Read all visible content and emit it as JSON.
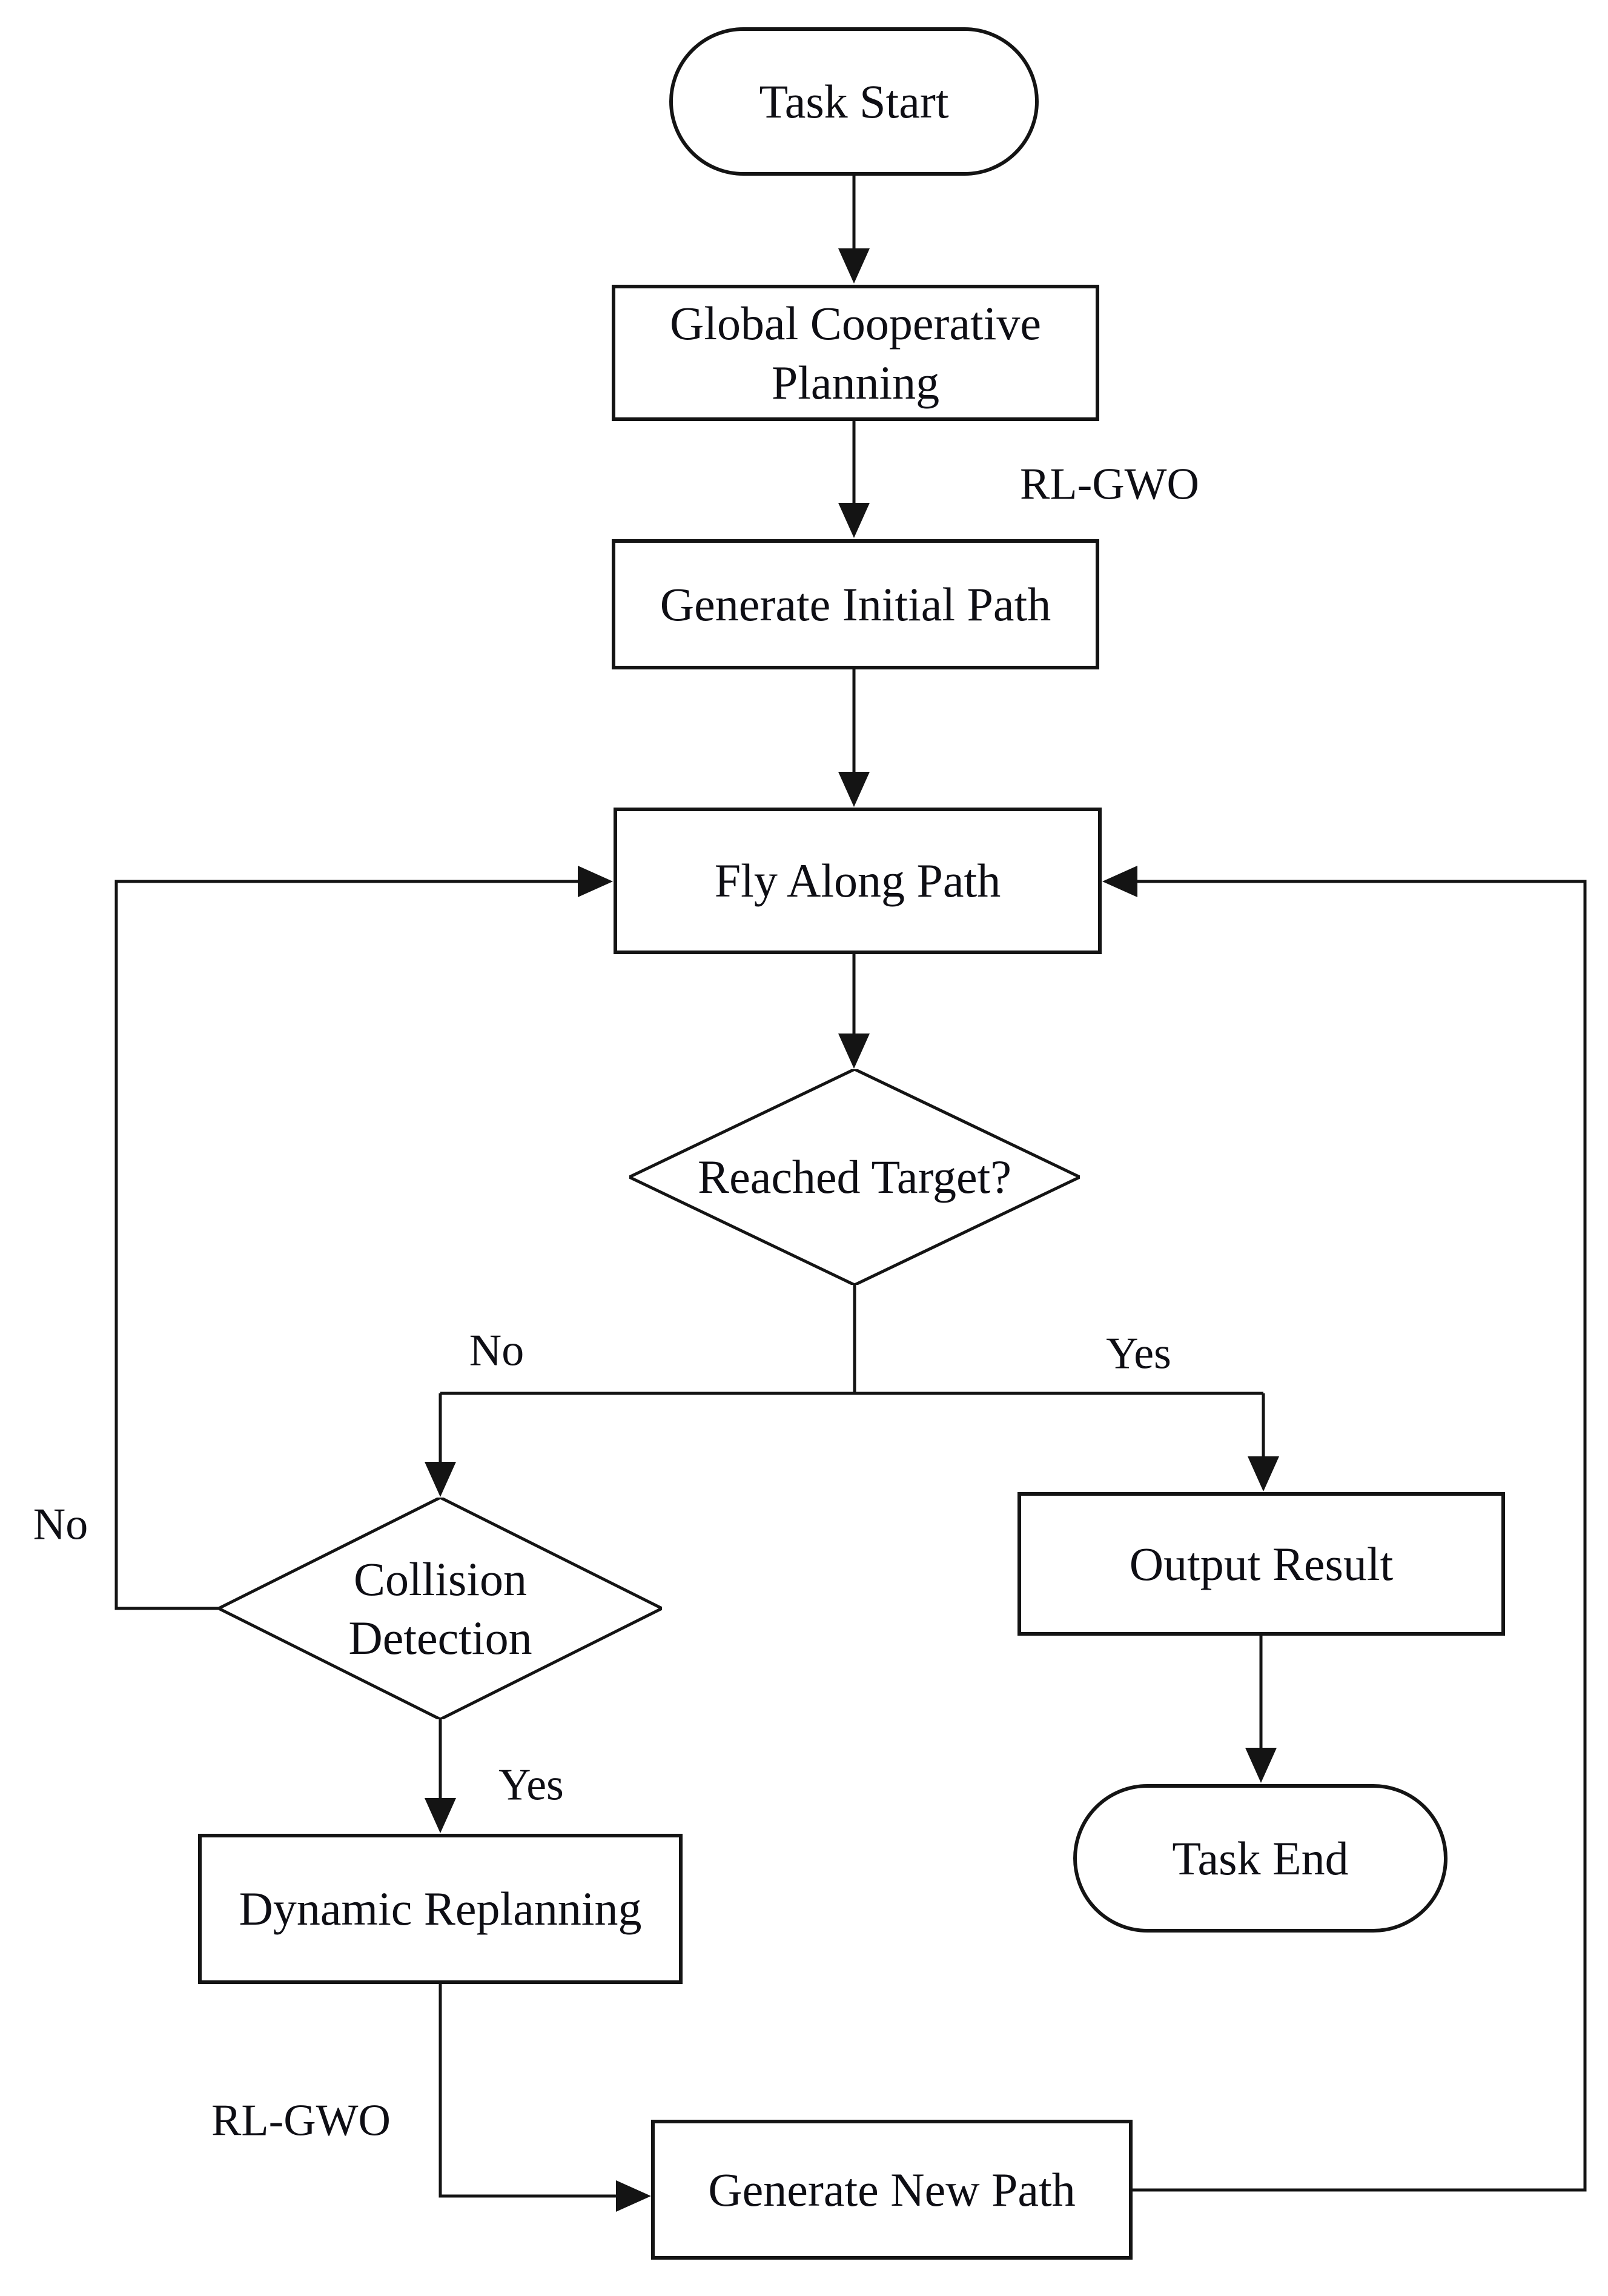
{
  "diagram": {
    "background_color": "#ffffff",
    "line_color": "#141414",
    "text_color": "#0e0e14"
  },
  "nodes": {
    "task_start": {
      "label": "Task Start",
      "shape": "terminator"
    },
    "global_planning": {
      "label": "Global Cooperative Planning",
      "shape": "process"
    },
    "generate_initial": {
      "label": "Generate Initial Path",
      "shape": "process"
    },
    "fly_along_path": {
      "label": "Fly Along Path",
      "shape": "process"
    },
    "reached_target": {
      "label": "Reached Target?",
      "shape": "decision"
    },
    "collision_detect": {
      "label": "Collision Detection",
      "shape": "decision"
    },
    "output_result": {
      "label": "Output Result",
      "shape": "process"
    },
    "task_end": {
      "label": "Task End",
      "shape": "terminator"
    },
    "dynamic_replan": {
      "label": "Dynamic Replanning",
      "shape": "process"
    },
    "generate_new": {
      "label": "Generate New Path",
      "shape": "process"
    }
  },
  "edge_labels": {
    "rl_gwo_top": "RL-GWO",
    "no_branch": "No",
    "yes_branch": "Yes",
    "no_loop": "No",
    "yes_collision": "Yes",
    "rl_gwo_bottom": "RL-GWO"
  },
  "connections": [
    {
      "from": "task_start",
      "to": "global_planning",
      "label": ""
    },
    {
      "from": "global_planning",
      "to": "generate_initial",
      "label": "RL-GWO"
    },
    {
      "from": "generate_initial",
      "to": "fly_along_path",
      "label": ""
    },
    {
      "from": "fly_along_path",
      "to": "reached_target",
      "label": ""
    },
    {
      "from": "reached_target",
      "to": "collision_detect",
      "label": "No"
    },
    {
      "from": "reached_target",
      "to": "output_result",
      "label": "Yes"
    },
    {
      "from": "collision_detect",
      "to": "fly_along_path",
      "label": "No"
    },
    {
      "from": "collision_detect",
      "to": "dynamic_replan",
      "label": "Yes"
    },
    {
      "from": "dynamic_replan",
      "to": "generate_new",
      "label": "RL-GWO"
    },
    {
      "from": "generate_new",
      "to": "fly_along_path",
      "label": ""
    },
    {
      "from": "output_result",
      "to": "task_end",
      "label": ""
    }
  ]
}
